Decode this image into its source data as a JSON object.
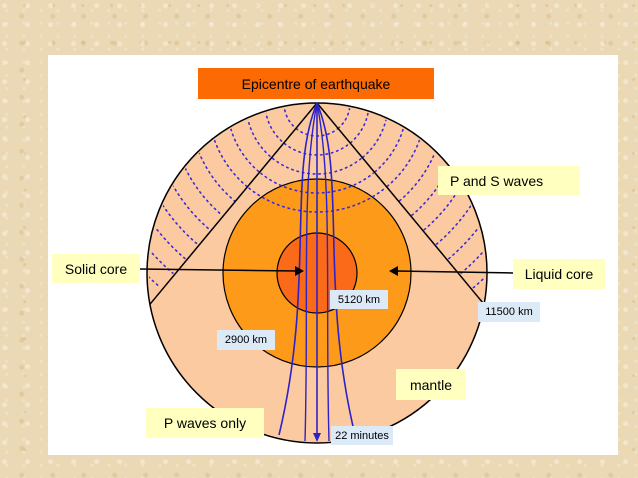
{
  "title": "Epicentre of earthquake",
  "labels": {
    "p_and_s_waves": "P and S waves",
    "solid_core": "Solid core",
    "liquid_core": "Liquid core",
    "inner_core_distance": "5120 km",
    "outer_distance": "11500 km",
    "core_boundary_distance": "2900 km",
    "mantle": "mantle",
    "p_waves_only": "P waves only",
    "travel_time": "22 minutes"
  },
  "colors": {
    "title_box": "#fc6a04",
    "label_box": "#ffffc0",
    "small_label_box": "#dce9f7",
    "crust": "#fccaa0",
    "outer_core": "#fd9a1a",
    "inner_core": "#fb6a18",
    "s_wave_dots": "#3b2bd9",
    "p_wave_lines": "#2c22c8",
    "outline": "#000000"
  }
}
